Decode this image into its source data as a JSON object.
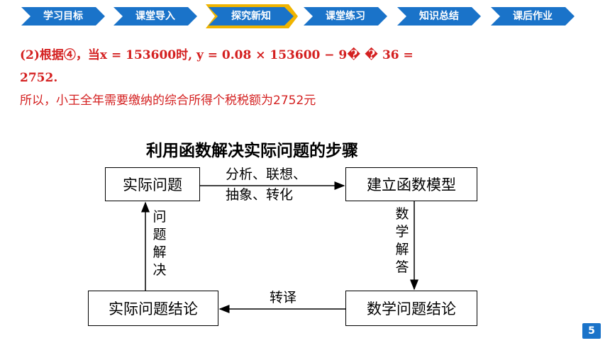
{
  "nav": {
    "tabs": [
      {
        "label": "学习目标"
      },
      {
        "label": "课堂导入"
      },
      {
        "label": "探究新知"
      },
      {
        "label": "课堂练习"
      },
      {
        "label": "知识总结"
      },
      {
        "label": "课后作业"
      }
    ],
    "active_index": 2
  },
  "solution": {
    "line1": "(2)根据④，当x = 153600时, y = 0.08 × 153600 − 9� � 36 =",
    "line2": "2752.",
    "line3": "所以，小王全年需要缴纳的综合所得个税税额为2752元"
  },
  "diagram": {
    "title": "利用函数解决实际问题的步骤",
    "box_problem": "实际问题",
    "box_model": "建立函数模型",
    "box_math_conclusion": "数学问题结论",
    "box_real_conclusion": "实际问题结论",
    "arrow_top_line1": "分析、联想、",
    "arrow_top_line2": "抽象、转化",
    "arrow_right": "数学解答",
    "arrow_bottom": "转译",
    "arrow_left": "问题解决"
  },
  "page_number": "5",
  "colors": {
    "nav_blue": "#1a73c9",
    "active_border": "#f0b400",
    "solution_red": "#d42020"
  }
}
